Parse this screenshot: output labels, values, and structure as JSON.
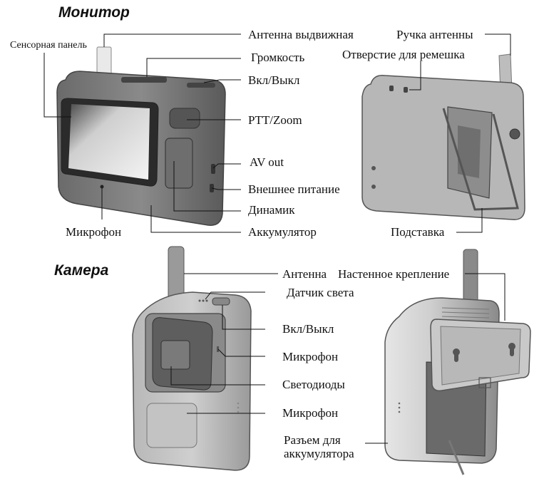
{
  "monitor": {
    "heading": "Монитор",
    "labels": {
      "touch_panel": "Сенсорная панель",
      "antenna_ext": "Антенна выдвижная",
      "volume": "Громкость",
      "power": "Вкл/Выкл",
      "ptt_zoom": "PTT/Zoom",
      "av_out": "AV out",
      "ext_power": "Внешнее питание",
      "speaker": "Динамик",
      "battery": "Аккумулятор",
      "microphone": "Микрофон",
      "antenna_handle": "Ручка антенны",
      "strap_hole": "Отверстие для ремешка",
      "stand": "Подставка"
    }
  },
  "camera": {
    "heading": "Камера",
    "labels": {
      "antenna": "Антенна",
      "wall_mount": "Настенное крепление",
      "light_sensor": "Датчик света",
      "power": "Вкл/Выкл",
      "microphone_top": "Микрофон",
      "leds": "Светодиоды",
      "microphone_bottom": "Микрофон",
      "battery_connector_line1": "Разъем для",
      "battery_connector_line2": "аккумулятора"
    }
  }
}
